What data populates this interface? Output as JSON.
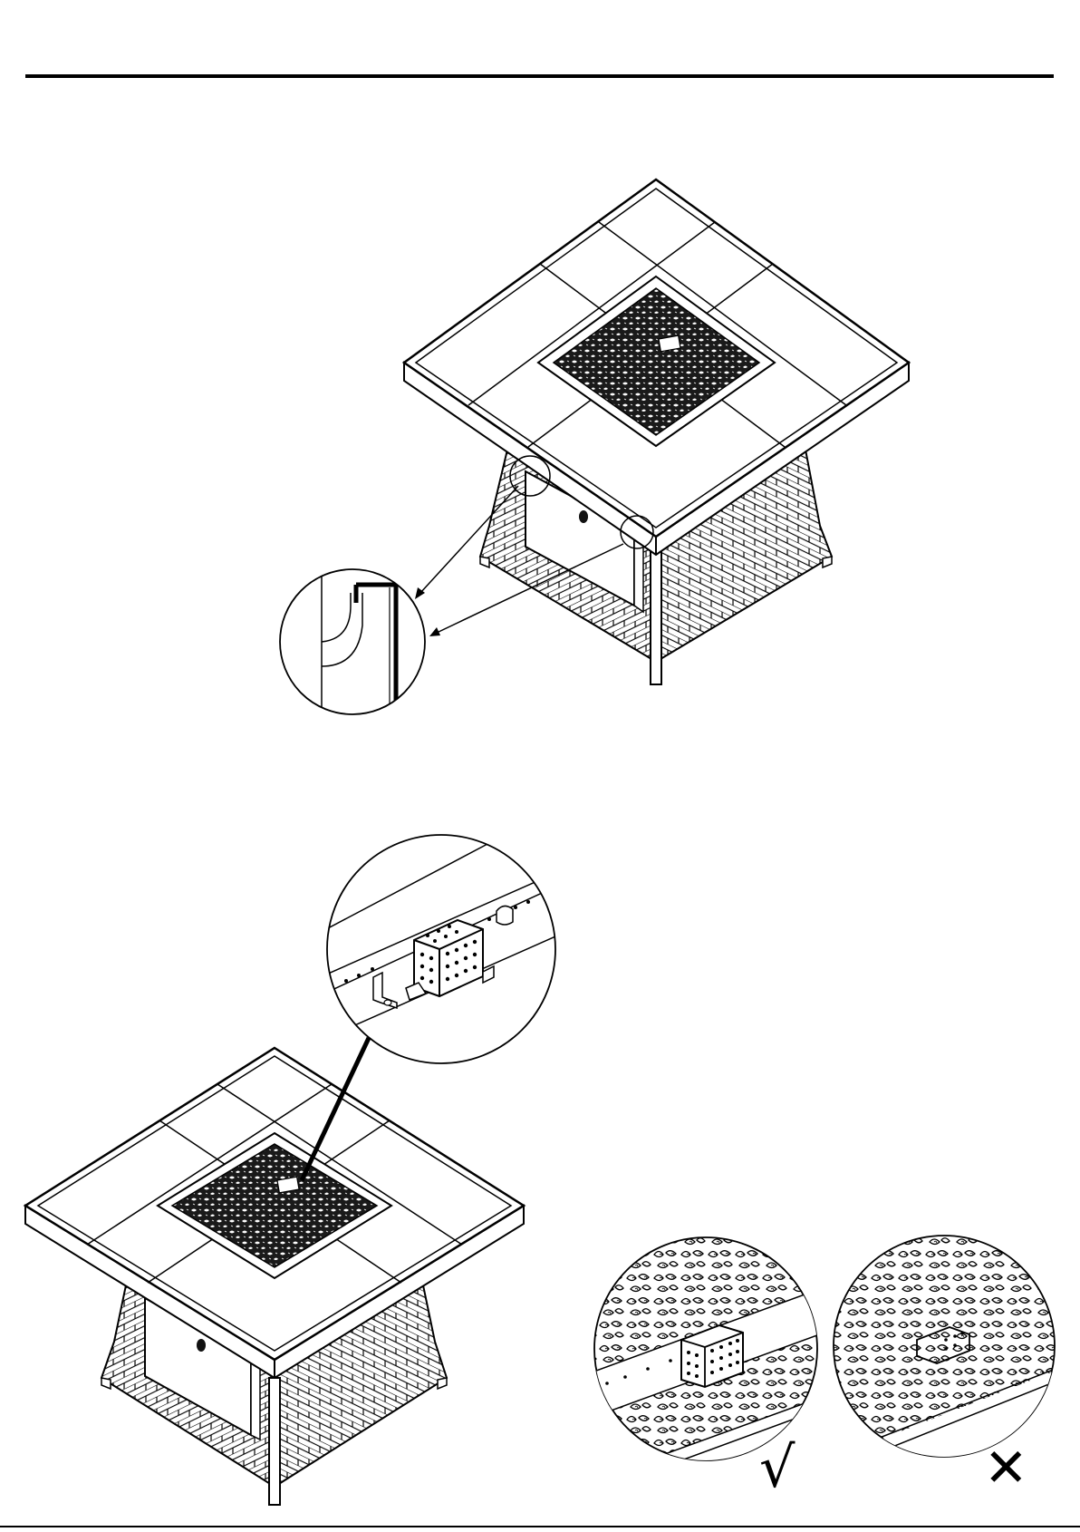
{
  "page": {
    "title": ""
  },
  "figures": [
    {
      "id": "fire-pit-top",
      "callouts": 2
    },
    {
      "id": "fire-pit-bottom",
      "callouts": 1
    }
  ],
  "indicators": {
    "correct_symbol": "√",
    "incorrect_symbol": "✕"
  },
  "icons": [
    "check-icon",
    "cross-icon"
  ]
}
